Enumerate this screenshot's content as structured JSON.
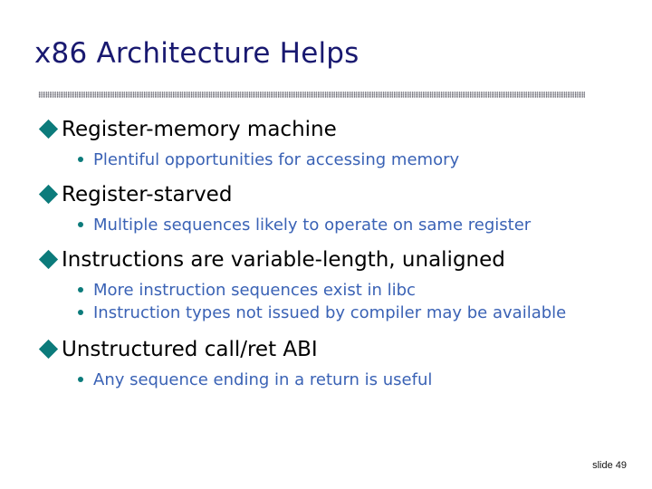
{
  "slide": {
    "title": "x86 Architecture Helps",
    "footer": "slide 49",
    "colors": {
      "title": "#191970",
      "level1_text": "#000000",
      "level2_text": "#3a62b5",
      "bullet_marker": "#0c7b7b",
      "divider": "#b9b9bd",
      "background": "#ffffff"
    },
    "bullets": [
      {
        "marker": "diamond-bullet",
        "text": "Register-memory machine",
        "children": [
          {
            "marker": "dot-bullet",
            "text": "Plentiful opportunities for accessing memory"
          }
        ]
      },
      {
        "marker": "diamond-bullet",
        "text": "Register-starved",
        "children": [
          {
            "marker": "dot-bullet",
            "text": "Multiple sequences likely to operate on same register"
          }
        ]
      },
      {
        "marker": "diamond-bullet",
        "text": "Instructions are variable-length, unaligned",
        "children": [
          {
            "marker": "dot-bullet",
            "text": "More instruction sequences exist in libc"
          },
          {
            "marker": "dot-bullet",
            "text": "Instruction types not issued by compiler may be available"
          }
        ]
      },
      {
        "marker": "diamond-bullet",
        "text": "Unstructured call/ret ABI",
        "children": [
          {
            "marker": "dot-bullet",
            "text": "Any sequence ending in a return is useful"
          }
        ]
      }
    ]
  }
}
